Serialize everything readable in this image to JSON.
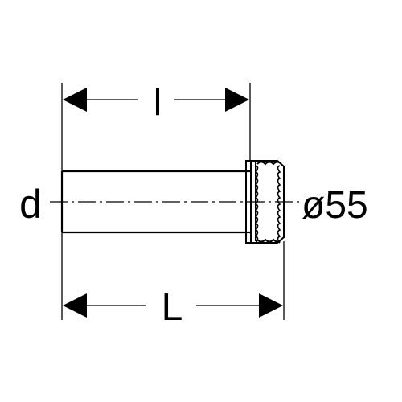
{
  "labels": {
    "short_length": "l",
    "total_length": "L",
    "diameter": "d",
    "outer_diameter": "ø55"
  },
  "colors": {
    "stroke": "#000000",
    "background": "#ffffff"
  }
}
